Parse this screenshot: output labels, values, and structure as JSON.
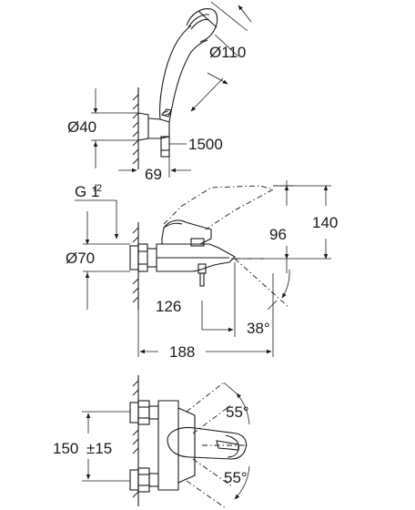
{
  "dimensions": {
    "head_diameter": "Ø110",
    "holder_diameter": "Ø40",
    "hose_length": "1500",
    "holder_projection": "69",
    "thread_main": "G 1",
    "thread_frac": "/2",
    "body_diameter": "Ø70",
    "lever_height": "96",
    "total_height": "140",
    "spout_projection": "126",
    "spout_angle": "38°",
    "total_projection": "188",
    "lever_angle_top": "55°",
    "lever_angle_bottom": "55°",
    "centers_distance": "150",
    "centers_tolerance": "±15"
  }
}
